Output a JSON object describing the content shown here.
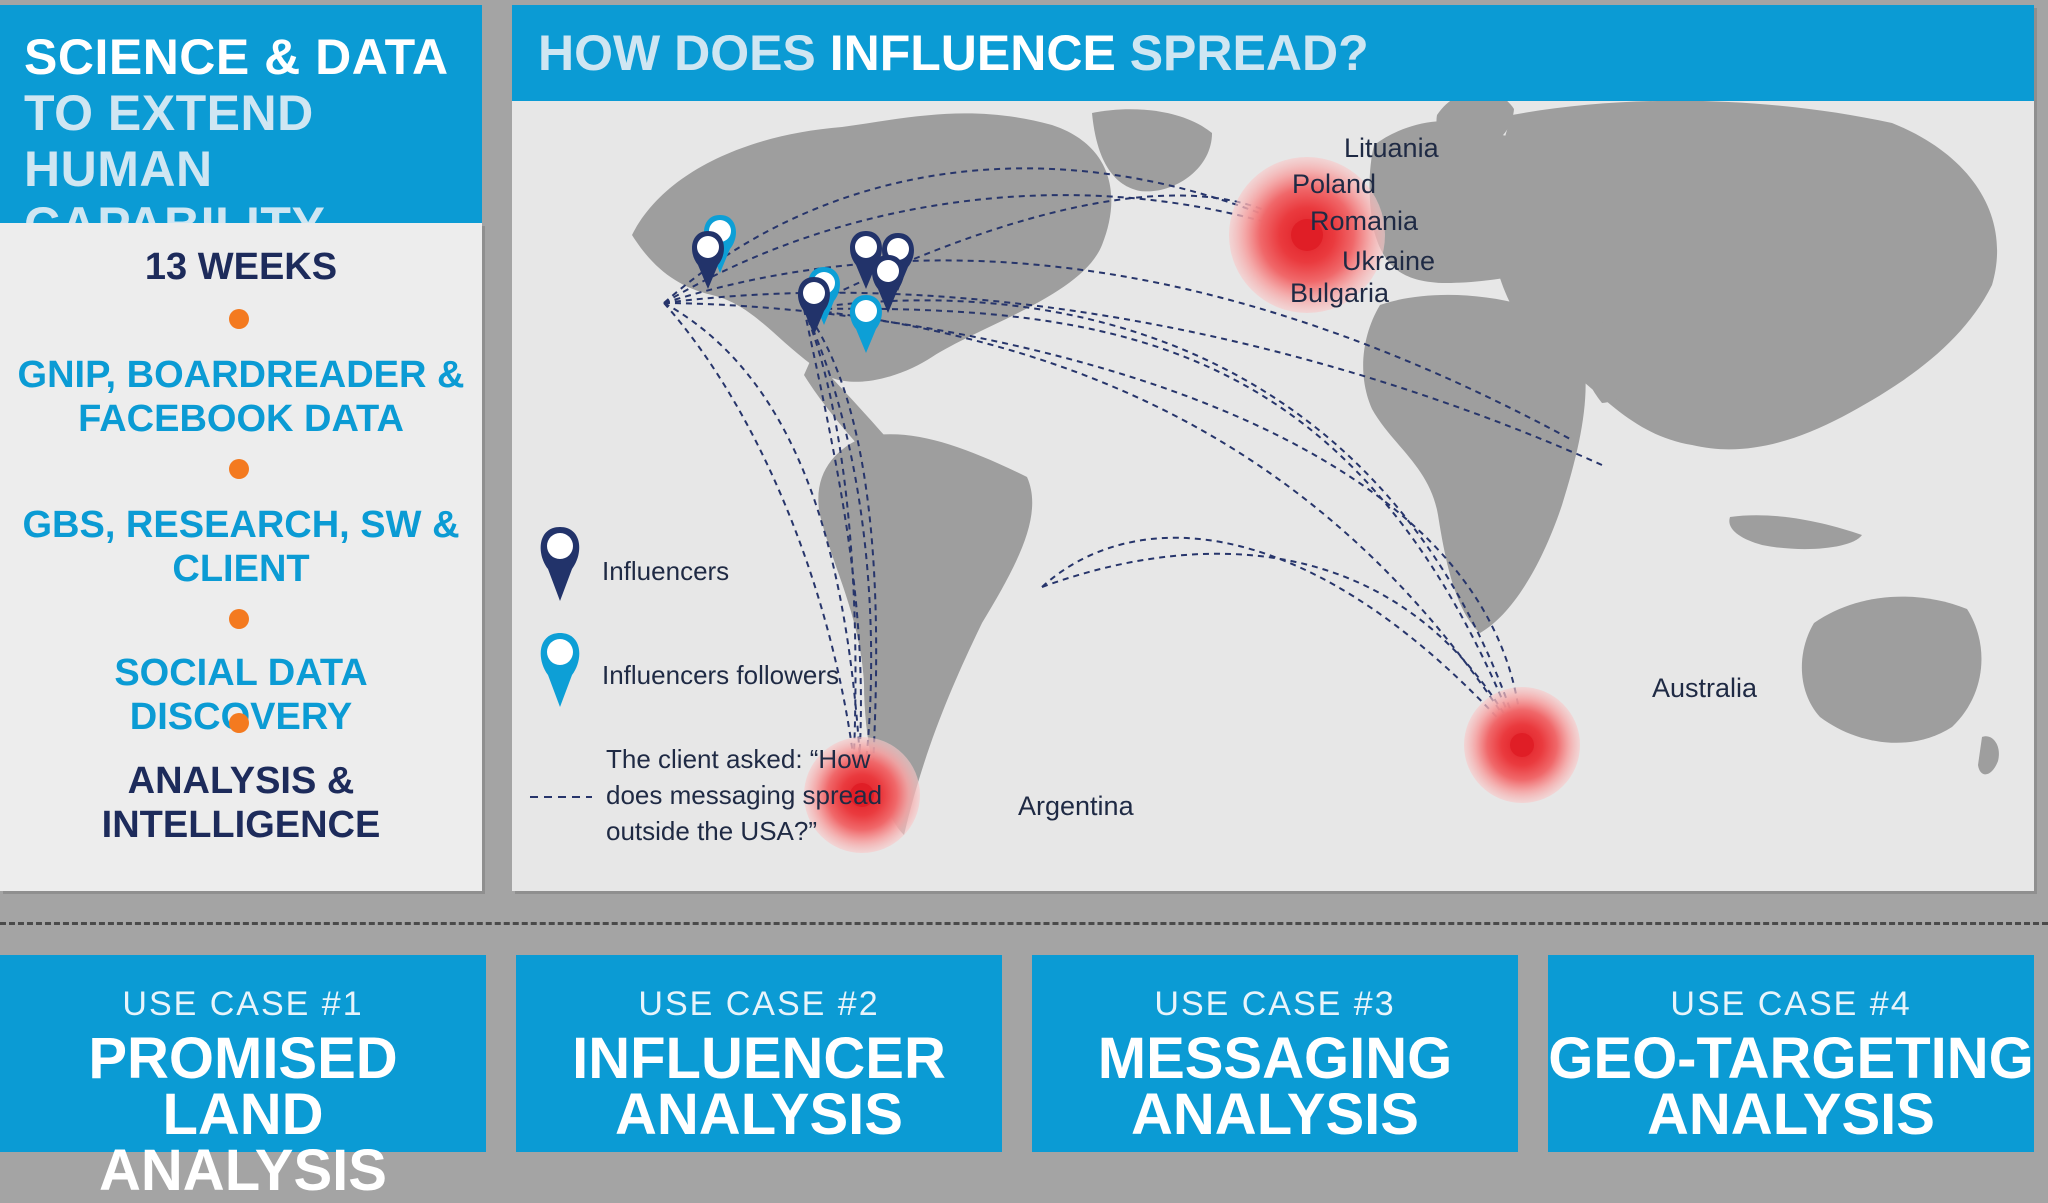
{
  "left_panel": {
    "header_line1": "SCIENCE & DATA",
    "header_line2": "TO EXTEND HUMAN",
    "header_line3": "CAPABILITY",
    "steps": [
      {
        "line1": "13 WEEKS",
        "line2": ""
      },
      {
        "line1": "GNIP, BOARDREADER &",
        "line2": "FACEBOOK DATA"
      },
      {
        "line1": "GBS, RESEARCH, SW &",
        "line2": "CLIENT"
      },
      {
        "line1": "SOCIAL DATA DISCOVERY",
        "line2": ""
      },
      {
        "line1": "ANALYSIS &",
        "line2": "INTELLIGENCE"
      }
    ]
  },
  "map": {
    "title_part1": "HOW DOES ",
    "title_part2": "INFLUENCE",
    "title_part3": " SPREAD?",
    "labels": {
      "lituania": "Lituania",
      "poland": "Poland",
      "romania": "Romania",
      "ukraine": "Ukraine",
      "bulgaria": "Bulgaria",
      "argentina": "Argentina",
      "australia": "Australia"
    },
    "legend": {
      "influencers": "Influencers",
      "followers": "Influencers followers",
      "question_line1": "The client asked: “How",
      "question_line2": "does messaging spread",
      "question_line3": "outside the USA?”"
    }
  },
  "use_cases": [
    {
      "number": "USE CASE #1",
      "title_line1": "PROMISED LAND",
      "title_line2": "ANALYSIS"
    },
    {
      "number": "USE CASE #2",
      "title_line1": "INFLUENCER",
      "title_line2": "ANALYSIS"
    },
    {
      "number": "USE CASE #3",
      "title_line1": "MESSAGING",
      "title_line2": "ANALYSIS"
    },
    {
      "number": "USE CASE #4",
      "title_line1": "GEO-TARGETING",
      "title_line2": "ANALYSIS"
    }
  ],
  "colors": {
    "brand_blue": "#0b9bd4",
    "navy": "#1d2b5b",
    "orange_dot": "#f47a1f",
    "hotspot_red": "#e8202a",
    "map_land": "#9c9c9c"
  },
  "icons": {
    "influencer_marker": "map-pin-navy-icon",
    "follower_marker": "map-pin-cyan-icon"
  }
}
